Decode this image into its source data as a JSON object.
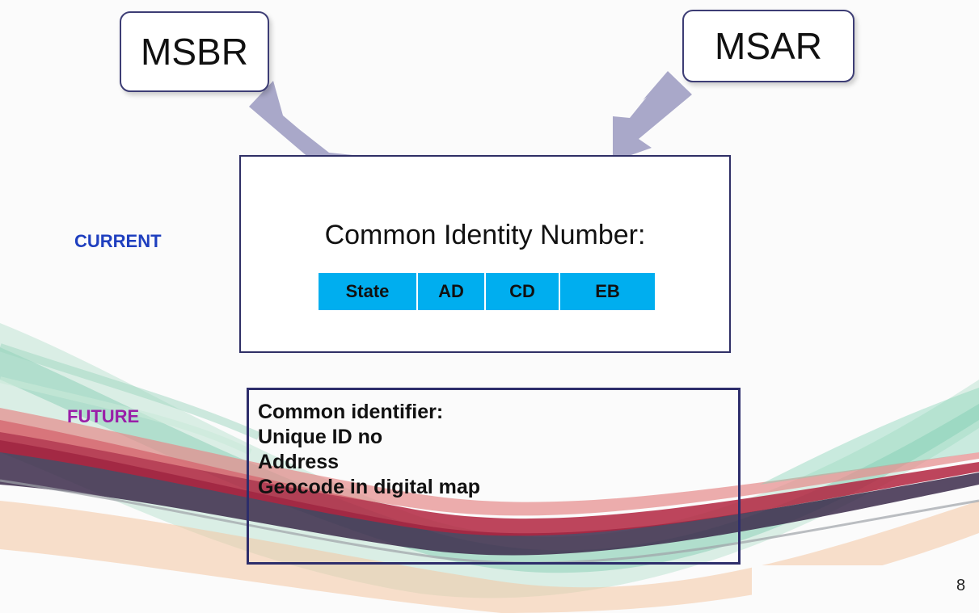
{
  "sources": {
    "left": "MSBR",
    "right": "MSAR"
  },
  "current": {
    "label": "CURRENT",
    "title": "Common Identity Number:",
    "fields": [
      "State",
      "AD",
      "CD",
      "EB"
    ]
  },
  "future": {
    "label": "FUTURE",
    "lines": [
      "Common identifier:",
      "Unique ID no",
      "Address",
      "Geocode in digital map"
    ]
  },
  "page_number": "8",
  "colors": {
    "field_fill": "#00aeef",
    "current_label": "#1f3fbf",
    "future_label": "#9a1ea8",
    "arrow_fill": "#a9a8c9",
    "box_border": "#2f2f66"
  }
}
